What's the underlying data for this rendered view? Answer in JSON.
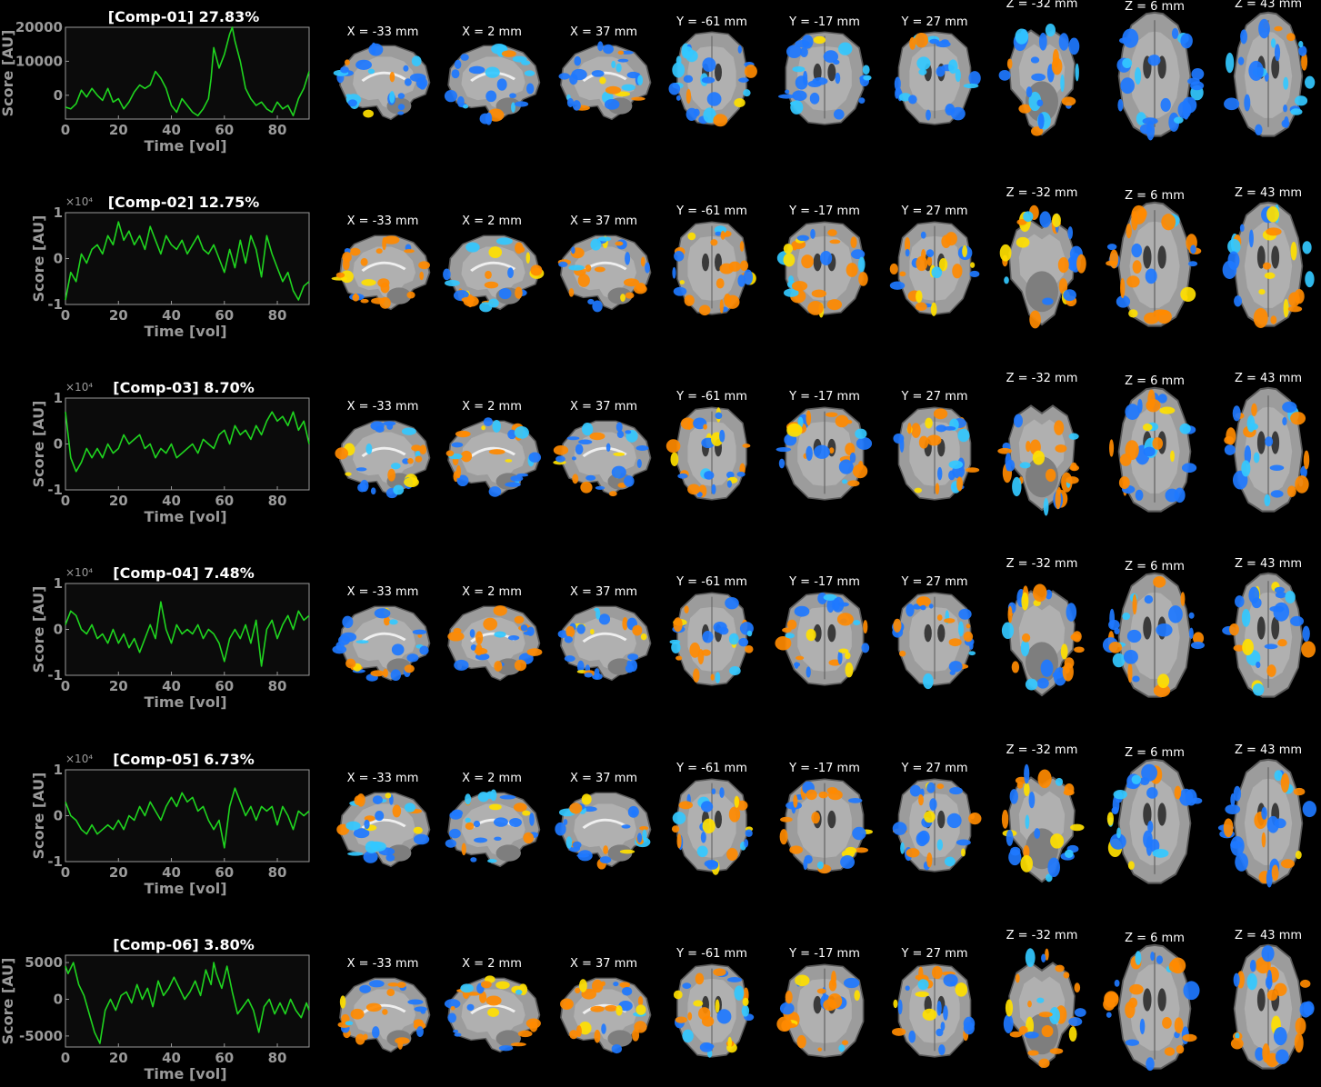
{
  "slice_views": {
    "sagittal": [
      "X = -33 mm",
      "X = 2 mm",
      "X = 37 mm"
    ],
    "coronal": [
      "Y = -61 mm",
      "Y = -17 mm",
      "Y = 27 mm"
    ],
    "axial": [
      "Z = -32 mm",
      "Z = 6 mm",
      "Z = 43 mm"
    ]
  },
  "colors": {
    "background": "#000000",
    "trace": "#1fd51f",
    "axes": "#9a9a9a",
    "plot_bg": "#0b0b0b",
    "anatomy": "#9c9c9c",
    "positive_map": "#ff8a00",
    "positive_peak": "#ffe000",
    "negative_map": "#1e78ff",
    "negative_peak": "#33c8ff"
  },
  "chart_data": [
    {
      "type": "line",
      "title": "[Comp-01] 27.83%",
      "xlabel": "Time [vol]",
      "ylabel": "Score [AU]",
      "exponent": "",
      "xlim": [
        0,
        92
      ],
      "ylim": [
        -7000,
        20000
      ],
      "xticks": [
        0,
        20,
        40,
        60,
        80
      ],
      "yticks": [
        0,
        10000,
        20000
      ],
      "ytick_labels": [
        "0",
        "10000",
        "20000"
      ],
      "grid": false,
      "series": [
        {
          "x": [
            0,
            2,
            4,
            6,
            8,
            10,
            12,
            14,
            16,
            18,
            20,
            22,
            24,
            26,
            28,
            30,
            32,
            34,
            36,
            38,
            40,
            42,
            44,
            46,
            48,
            50,
            52,
            54,
            55,
            56,
            58,
            60,
            62,
            63,
            64,
            66,
            68,
            70,
            72,
            74,
            76,
            78,
            80,
            82,
            84,
            86,
            88,
            90,
            92
          ],
          "y": [
            -3500,
            -4000,
            -2500,
            1500,
            -500,
            2000,
            0,
            -1500,
            2000,
            -2000,
            -1000,
            -4000,
            -2000,
            1000,
            3000,
            2000,
            3000,
            7000,
            5000,
            2000,
            -3000,
            -5000,
            -1000,
            -3000,
            -5000,
            -6000,
            -4000,
            -1000,
            5000,
            14000,
            8000,
            12000,
            18000,
            20000,
            16000,
            10000,
            2000,
            -1000,
            -3000,
            -2000,
            -4000,
            -5000,
            -2000,
            -4000,
            -3000,
            -6000,
            -1000,
            2000,
            7000
          ]
        }
      ]
    },
    {
      "type": "line",
      "title": "[Comp-02] 12.75%",
      "xlabel": "Time [vol]",
      "ylabel": "Score [AU]",
      "exponent": "×10⁴",
      "xlim": [
        0,
        92
      ],
      "ylim": [
        -1,
        1
      ],
      "xticks": [
        0,
        20,
        40,
        60,
        80
      ],
      "yticks": [
        -1,
        0,
        1
      ],
      "ytick_labels": [
        "-1",
        "0",
        "1"
      ],
      "grid": false,
      "series": [
        {
          "x": [
            0,
            2,
            4,
            6,
            8,
            10,
            12,
            14,
            16,
            18,
            20,
            22,
            24,
            26,
            28,
            30,
            32,
            34,
            36,
            38,
            40,
            42,
            44,
            46,
            48,
            50,
            52,
            54,
            56,
            58,
            60,
            62,
            64,
            66,
            68,
            70,
            72,
            74,
            76,
            78,
            80,
            82,
            84,
            86,
            88,
            90,
            92
          ],
          "y": [
            -0.9,
            -0.3,
            -0.5,
            0.1,
            -0.1,
            0.2,
            0.3,
            0.1,
            0.5,
            0.3,
            0.8,
            0.4,
            0.6,
            0.3,
            0.5,
            0.2,
            0.7,
            0.4,
            0.1,
            0.5,
            0.3,
            0.2,
            0.4,
            0.1,
            0.3,
            0.5,
            0.2,
            0.1,
            0.3,
            0.0,
            -0.3,
            0.2,
            -0.2,
            0.4,
            -0.1,
            0.5,
            0.2,
            -0.4,
            0.5,
            0.1,
            -0.2,
            -0.5,
            -0.3,
            -0.7,
            -0.9,
            -0.6,
            -0.5
          ]
        }
      ]
    },
    {
      "type": "line",
      "title": "[Comp-03] 8.70%",
      "xlabel": "Time [vol]",
      "ylabel": "Score [AU]",
      "exponent": "×10⁴",
      "xlim": [
        0,
        92
      ],
      "ylim": [
        -1,
        1
      ],
      "xticks": [
        0,
        20,
        40,
        60,
        80
      ],
      "yticks": [
        -1,
        0,
        1
      ],
      "ytick_labels": [
        "-1",
        "0",
        "1"
      ],
      "grid": false,
      "series": [
        {
          "x": [
            0,
            2,
            4,
            6,
            8,
            10,
            12,
            14,
            16,
            18,
            20,
            22,
            24,
            26,
            28,
            30,
            32,
            34,
            36,
            38,
            40,
            42,
            44,
            46,
            48,
            50,
            52,
            54,
            56,
            58,
            60,
            62,
            64,
            66,
            68,
            70,
            72,
            74,
            76,
            78,
            80,
            82,
            84,
            86,
            88,
            90,
            92
          ],
          "y": [
            0.7,
            -0.3,
            -0.6,
            -0.4,
            -0.1,
            -0.3,
            -0.1,
            -0.3,
            0.0,
            -0.2,
            -0.1,
            0.2,
            0.0,
            0.1,
            0.2,
            -0.1,
            0.0,
            -0.3,
            -0.1,
            -0.2,
            0.0,
            -0.3,
            -0.2,
            -0.1,
            0.0,
            -0.2,
            0.1,
            0.0,
            -0.1,
            0.2,
            0.3,
            0.0,
            0.4,
            0.2,
            0.3,
            0.1,
            0.4,
            0.2,
            0.5,
            0.7,
            0.5,
            0.6,
            0.4,
            0.7,
            0.3,
            0.5,
            0.0
          ]
        }
      ]
    },
    {
      "type": "line",
      "title": "[Comp-04] 7.48%",
      "xlabel": "Time [vol]",
      "ylabel": "Score [AU]",
      "exponent": "×10⁴",
      "xlim": [
        0,
        92
      ],
      "ylim": [
        -1,
        1
      ],
      "xticks": [
        0,
        20,
        40,
        60,
        80
      ],
      "yticks": [
        -1,
        0,
        1
      ],
      "ytick_labels": [
        "-1",
        "0",
        "1"
      ],
      "grid": false,
      "series": [
        {
          "x": [
            0,
            2,
            4,
            6,
            8,
            10,
            12,
            14,
            16,
            18,
            20,
            22,
            24,
            26,
            28,
            30,
            32,
            34,
            36,
            38,
            40,
            42,
            44,
            46,
            48,
            50,
            52,
            54,
            56,
            58,
            60,
            62,
            64,
            66,
            68,
            70,
            72,
            74,
            76,
            78,
            80,
            82,
            84,
            86,
            88,
            90,
            92
          ],
          "y": [
            0.1,
            0.4,
            0.3,
            0.0,
            -0.1,
            0.1,
            -0.2,
            -0.1,
            -0.3,
            0.0,
            -0.3,
            -0.1,
            -0.4,
            -0.2,
            -0.5,
            -0.2,
            0.1,
            -0.2,
            0.6,
            0.0,
            -0.3,
            0.1,
            -0.1,
            0.0,
            -0.1,
            0.1,
            -0.2,
            0.0,
            -0.1,
            -0.3,
            -0.7,
            -0.2,
            0.0,
            -0.2,
            0.1,
            -0.3,
            0.2,
            -0.8,
            0.0,
            0.2,
            -0.2,
            0.1,
            0.3,
            0.0,
            0.4,
            0.2,
            0.3
          ]
        }
      ]
    },
    {
      "type": "line",
      "title": "[Comp-05] 6.73%",
      "xlabel": "Time [vol]",
      "ylabel": "Score [AU]",
      "exponent": "×10⁴",
      "xlim": [
        0,
        92
      ],
      "ylim": [
        -1,
        1
      ],
      "xticks": [
        0,
        20,
        40,
        60,
        80
      ],
      "yticks": [
        -1,
        0,
        1
      ],
      "ytick_labels": [
        "-1",
        "0",
        "1"
      ],
      "grid": false,
      "series": [
        {
          "x": [
            0,
            2,
            4,
            6,
            8,
            10,
            12,
            14,
            16,
            18,
            20,
            22,
            24,
            26,
            28,
            30,
            32,
            34,
            36,
            38,
            40,
            42,
            44,
            46,
            48,
            50,
            52,
            54,
            56,
            58,
            60,
            62,
            64,
            66,
            68,
            70,
            72,
            74,
            76,
            78,
            80,
            82,
            84,
            86,
            88,
            90,
            92
          ],
          "y": [
            0.3,
            0.0,
            -0.1,
            -0.3,
            -0.4,
            -0.2,
            -0.4,
            -0.3,
            -0.2,
            -0.3,
            -0.1,
            -0.3,
            0.0,
            -0.1,
            0.2,
            0.0,
            0.3,
            0.1,
            -0.1,
            0.2,
            0.4,
            0.2,
            0.5,
            0.3,
            0.4,
            0.1,
            0.2,
            -0.1,
            -0.3,
            -0.1,
            -0.7,
            0.2,
            0.6,
            0.3,
            0.0,
            0.2,
            -0.1,
            0.2,
            0.1,
            0.2,
            -0.2,
            0.2,
            0.0,
            -0.3,
            0.1,
            0.0,
            0.1
          ]
        }
      ]
    },
    {
      "type": "line",
      "title": "[Comp-06] 3.80%",
      "xlabel": "Time [vol]",
      "ylabel": "Score [AU]",
      "exponent": "",
      "xlim": [
        0,
        92
      ],
      "ylim": [
        -6500,
        6000
      ],
      "xticks": [
        0,
        20,
        40,
        60,
        80
      ],
      "yticks": [
        -5000,
        0,
        5000
      ],
      "ytick_labels": [
        "-5000",
        "0",
        "5000"
      ],
      "grid": false,
      "series": [
        {
          "x": [
            0,
            1,
            3,
            5,
            7,
            9,
            11,
            13,
            15,
            17,
            19,
            21,
            23,
            25,
            27,
            29,
            31,
            33,
            35,
            37,
            39,
            41,
            43,
            45,
            47,
            49,
            51,
            53,
            55,
            56,
            57,
            59,
            61,
            63,
            65,
            67,
            69,
            71,
            73,
            75,
            77,
            79,
            81,
            83,
            85,
            87,
            89,
            91,
            92
          ],
          "y": [
            4500,
            3500,
            5000,
            2000,
            500,
            -2000,
            -4500,
            -6000,
            -1500,
            0,
            -1500,
            500,
            1000,
            -500,
            2000,
            0,
            1500,
            -1000,
            2500,
            500,
            1500,
            3000,
            1500,
            0,
            1000,
            2500,
            500,
            4000,
            2000,
            5000,
            3500,
            1500,
            4500,
            1000,
            -2000,
            -1000,
            0,
            -1500,
            -4500,
            -1000,
            0,
            -2000,
            -500,
            -2000,
            0,
            -1500,
            -2500,
            -500,
            -1500
          ]
        }
      ]
    }
  ]
}
